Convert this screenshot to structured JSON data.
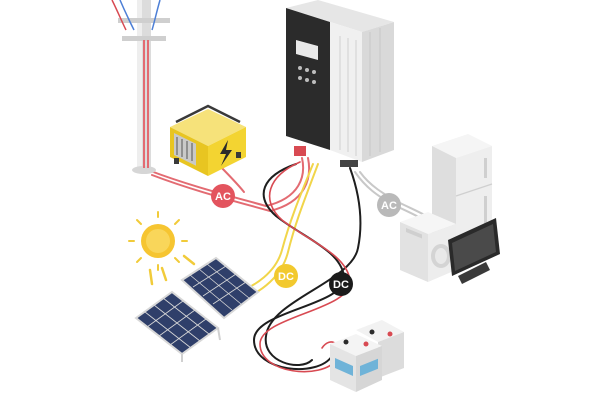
{
  "badges": {
    "ac_grid": "AC",
    "ac_load": "AC",
    "dc_solar": "DC",
    "dc_battery": "DC"
  },
  "colors": {
    "ac_wire": "#e36b72",
    "ac_load_wire": "#c8c8c8",
    "dc_solar_wire": "#f1d54a",
    "dc_battery_wire": "#1e1e1e",
    "badge_ac": "#e3545e",
    "badge_ac_load": "#b9b9b9",
    "badge_dc_solar": "#f2c92e",
    "badge_dc_battery": "#1b1b1b",
    "inverter_front": "#2b2b2b",
    "generator_yellow": "#f3d431",
    "sun": "#f6c531",
    "panel_cell": "#2f3f6a"
  },
  "icons": {
    "pole": "utility-pole-icon",
    "generator": "generator-icon",
    "inverter": "inverter-icon",
    "sun": "sun-icon",
    "solar_panels": "solar-panel-icon",
    "battery": "battery-icon",
    "fridge": "refrigerator-icon",
    "washer": "washing-machine-icon",
    "tv": "television-icon"
  }
}
